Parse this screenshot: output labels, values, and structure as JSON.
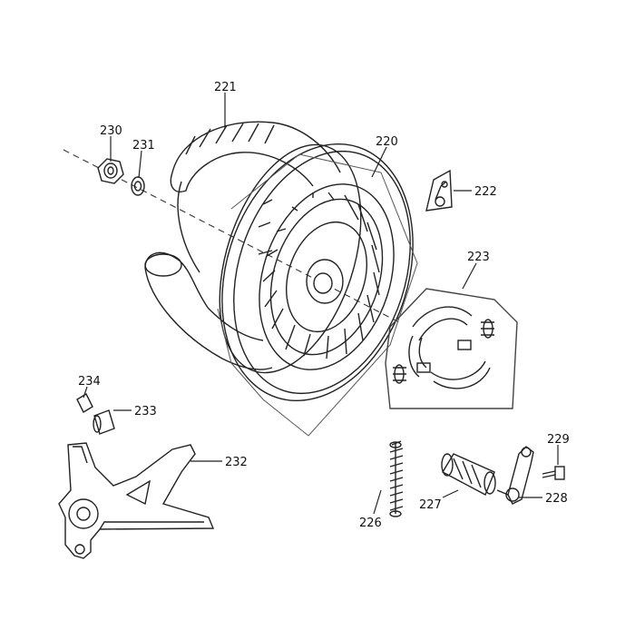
{
  "labels": {
    "l220": "220",
    "l221": "221",
    "l222": "222",
    "l223": "223",
    "l226": "226",
    "l227": "227",
    "l228": "228",
    "l229": "229",
    "l230": "230",
    "l231": "231",
    "l232": "232",
    "l233": "233",
    "l234": "234"
  }
}
